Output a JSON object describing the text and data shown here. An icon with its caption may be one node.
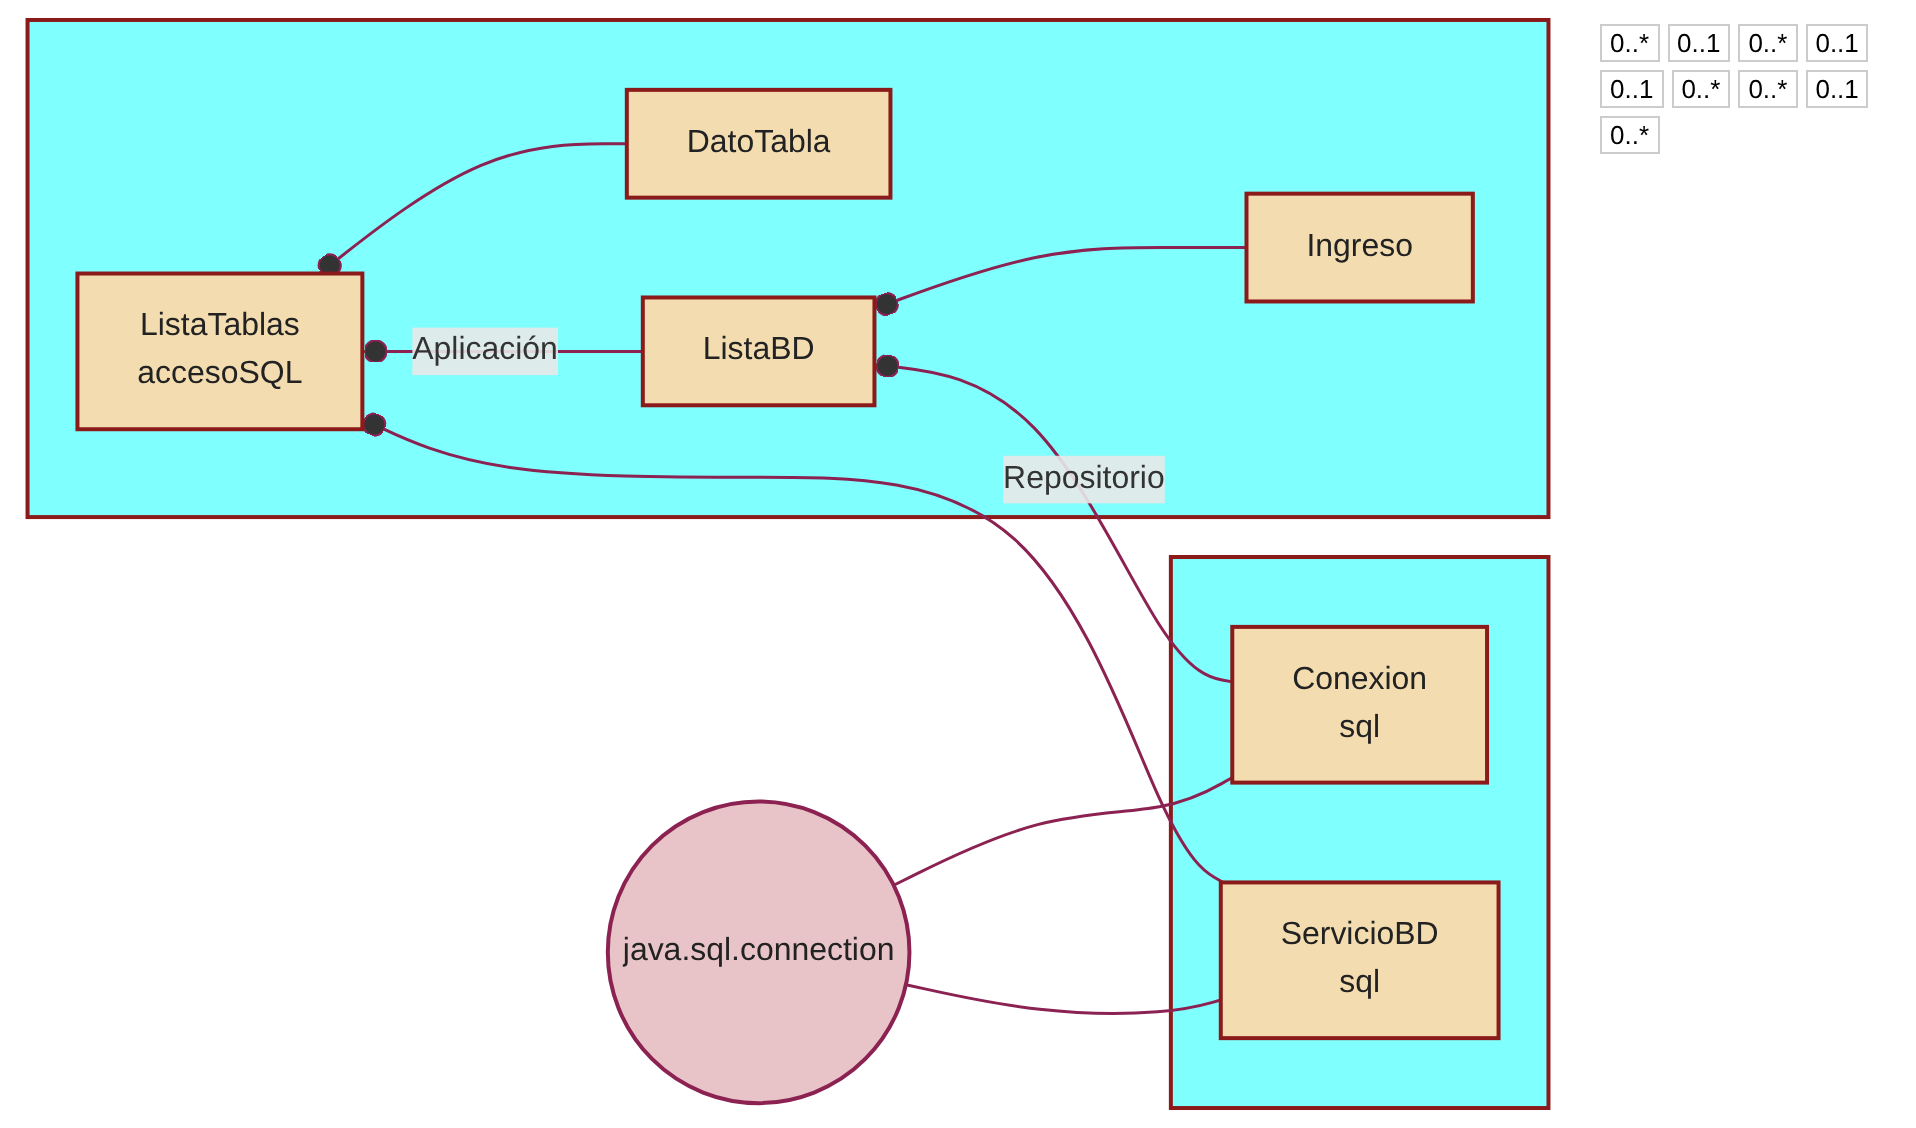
{
  "diagram": {
    "nodes": [
      {
        "text": [],
        "shape": "box"
      },
      {
        "text": [
          "Ingreso"
        ],
        "in": 0
      },
      {
        "text": [
          "ListaBD"
        ],
        "in": 0
      },
      {
        "text": [
          "DatoTabla"
        ],
        "in": 0
      },
      {
        "text": [
          "ListaTablas",
          "accesoSQL"
        ],
        "in": 0
      },
      {
        "text": [],
        "shape": "box"
      },
      {
        "text": [
          "ServicioBD",
          "sql"
        ],
        "in": 5
      },
      {
        "text": [
          "Conexion",
          "sql"
        ],
        "in": 5
      },
      {
        "text": [
          "java.sql.connection"
        ]
      }
    ],
    "edges": [
      {
        "from": 1,
        "to": 2,
        "arrow": "other"
      },
      {
        "from": 2,
        "to": 4,
        "arrow": "other",
        "label": "Aplicación"
      },
      {
        "from": 6,
        "to": 4,
        "arrow": "other"
      },
      {
        "from": 7,
        "to": 2,
        "arrow": "other",
        "label": "Repositorio"
      },
      {
        "from": 3,
        "to": 4,
        "arrow": "other"
      },
      {
        "from": 6,
        "to": 8,
        "arrow": "none"
      },
      {
        "from": 7,
        "to": 8,
        "arrow": "none"
      }
    ],
    "labels": [
      "0..*",
      "0..1",
      "0..*",
      "0..1",
      "0..1",
      "0..*",
      "0..*",
      "0..1",
      "0..*"
    ]
  }
}
